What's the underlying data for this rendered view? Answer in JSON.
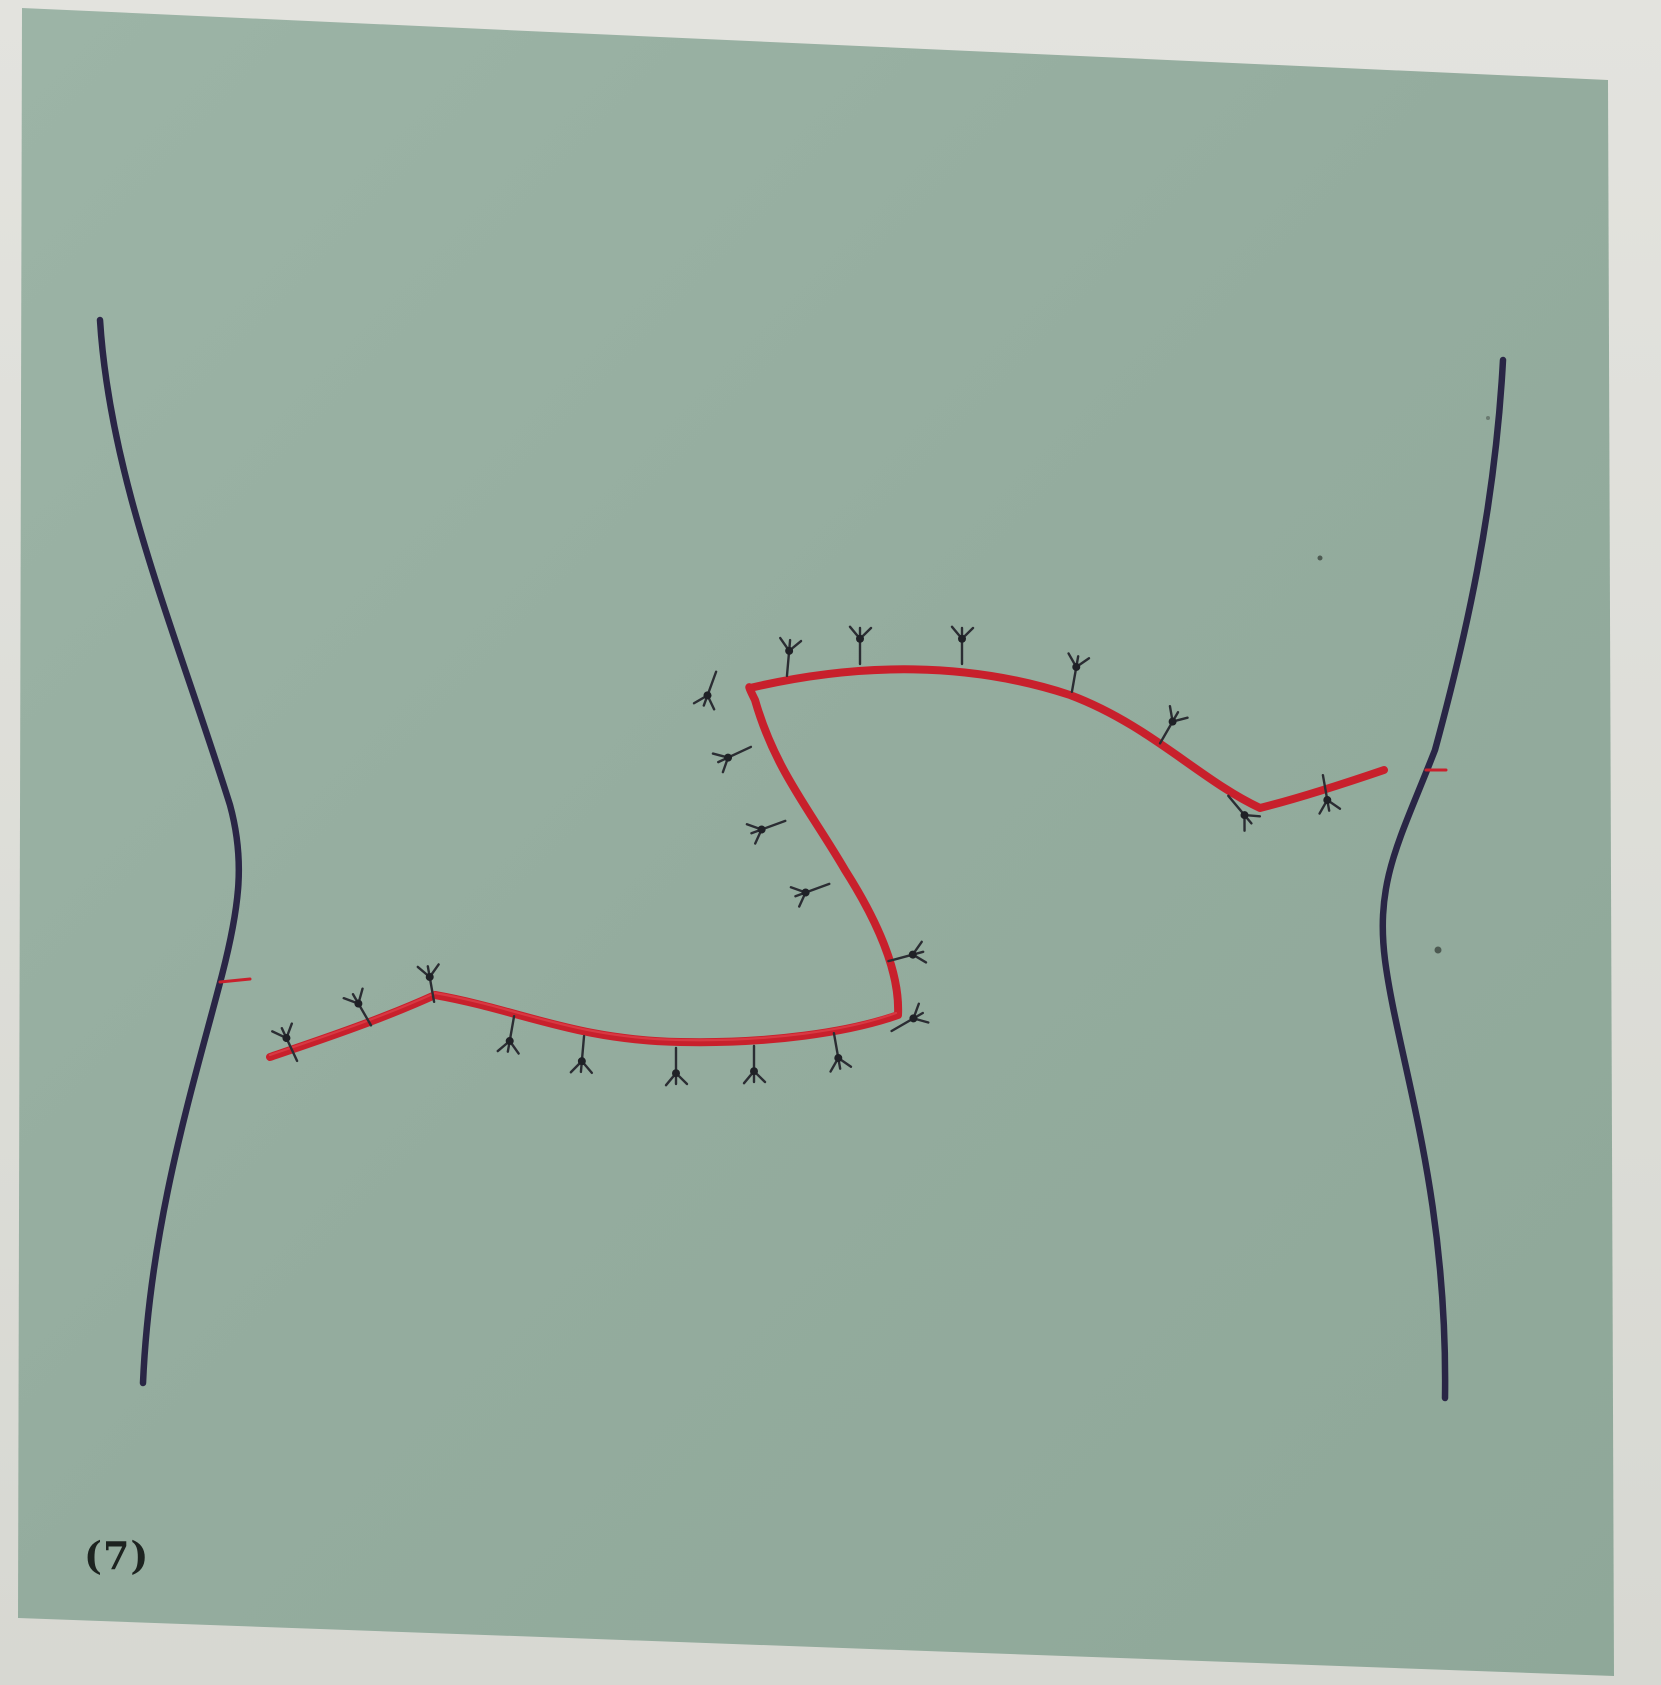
{
  "figure": {
    "label": "(7)",
    "colors": {
      "background": "#93ab9d",
      "body_outline": "#2a2646",
      "incision_line": "#c8202c",
      "suture": "#2b2d33"
    },
    "elements": {
      "left_flank": "body-outline-left",
      "right_flank": "body-outline-right",
      "incision": "sutured-incision",
      "sutures": "interrupted-suture-knots"
    }
  }
}
